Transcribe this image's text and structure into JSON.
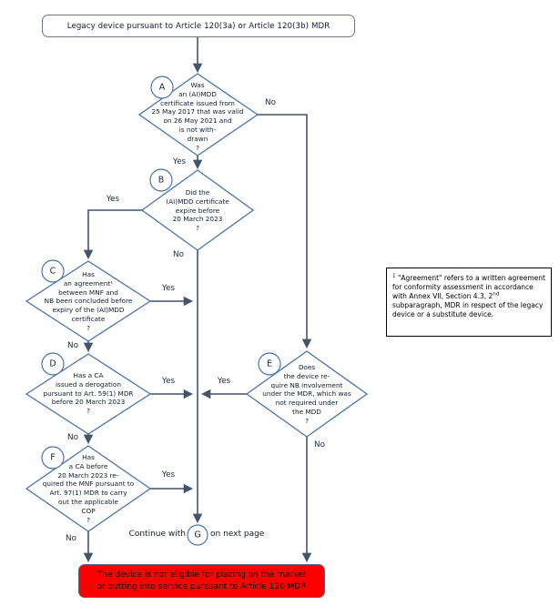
{
  "start": {
    "text": "Legacy device pursuant to Article 120(3a) or Article 120(3b) MDR"
  },
  "nodes": {
    "a": {
      "id": "A",
      "text": "Was\nan (AI)MDD\ncertificate issued from\n25 May 2017 that was valid\non 26 May 2021 and\nis not with-\ndrawn\n?"
    },
    "b": {
      "id": "B",
      "text": "Did the\n(AI)MDD certificate\nexpire before\n20 March 2023\n?"
    },
    "c": {
      "id": "C",
      "text": "Has\nan agreement¹\nbetween MNF and\nNB been concluded before\nexpiry of the (AI)MDD\ncertificate\n?"
    },
    "d": {
      "id": "D",
      "text": "Has a CA\nissued a derogation\npursuant to Art. 59(1) MDR\nbefore 20 March 2023\n?"
    },
    "e": {
      "id": "E",
      "text": "Does\nthe device re-\nquire NB involvement\nunder the MDR, which was\nnot required under\nthe MDD\n?"
    },
    "f": {
      "id": "F",
      "text": "Has\na CA before\n20 March 2023 re-\nquired the MNF pursuant to\nArt. 97(1) MDR to carry\nout the applicable\nCOP\n?"
    },
    "g": {
      "id": "G"
    }
  },
  "edges": {
    "a_yes": "Yes",
    "a_no": "No",
    "b_yes": "Yes",
    "b_no": "No",
    "c_yes": "Yes",
    "c_no": "No",
    "d_yes": "Yes",
    "d_no": "No",
    "e_yes": "Yes",
    "e_no": "No",
    "f_yes": "Yes",
    "f_no": "No"
  },
  "goto": {
    "prefix": "Continue with",
    "suffix": "on next page"
  },
  "end": {
    "text": "The device is not eligible for placing on the market\nor putting into service pursuant to Article 120 MDR"
  },
  "footnote": {
    "sup1": "1",
    "body": " \"Agreement\" refers to a written agreement for conformity assessment in accordance with Annex VII, Section 4.3, 2",
    "sup2": "nd",
    "tail": " subparagraph, MDR in respect of the legacy device or a substitute device."
  },
  "colors": {
    "shape_stroke": "#4a72b0",
    "connector": "#44546A",
    "end_fill": "#ff0000",
    "shape_fill": "#ffffff"
  }
}
